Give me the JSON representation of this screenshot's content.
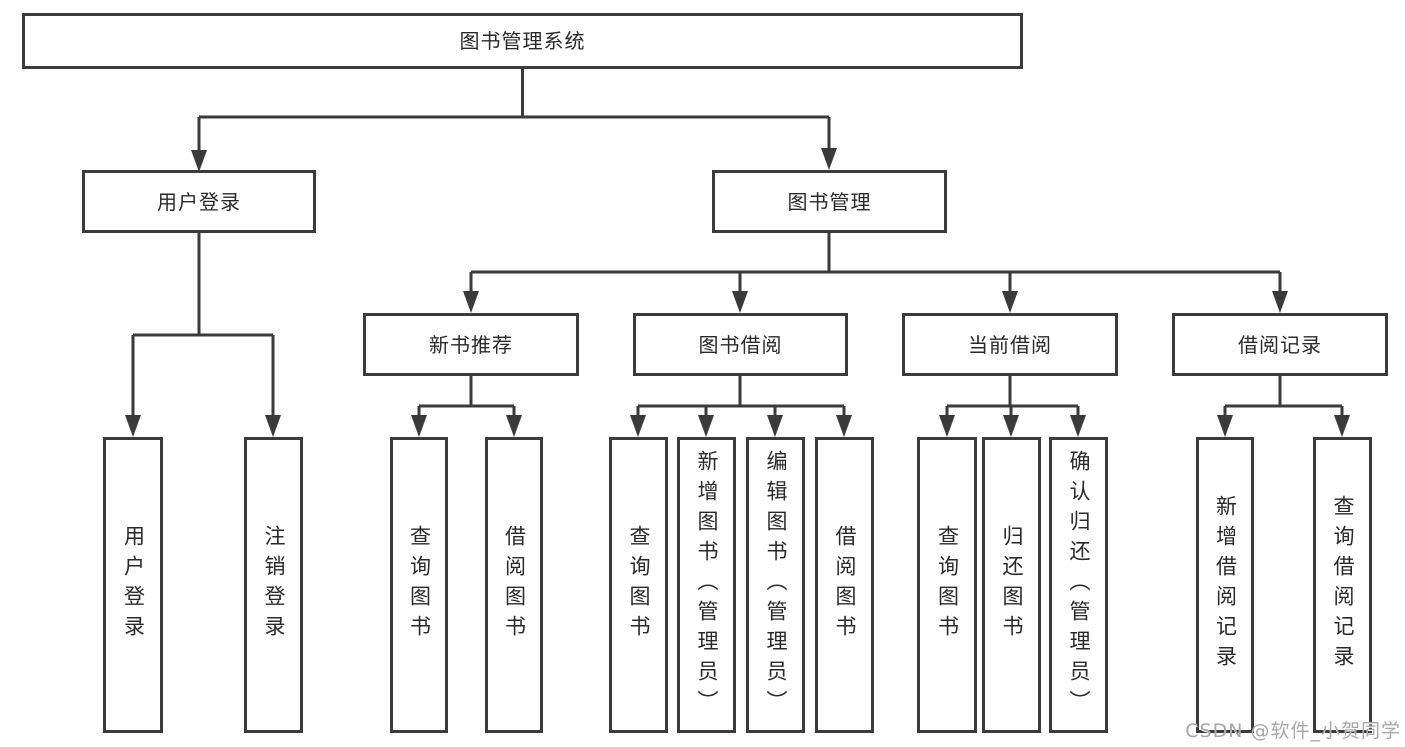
{
  "diagram": {
    "type": "hierarchy-tree",
    "watermark": "CSDN @软件_小贺同学",
    "colors": {
      "background": "#ffffff",
      "box_fill": "#ffffff",
      "box_border": "#3b3b3b",
      "connector": "#3a3a3a",
      "text": "#2a2a2a",
      "watermark_text": "#a7a7a7"
    }
  },
  "tree": {
    "root_label": "图书管理系统",
    "level2": [
      {
        "label": "用户登录",
        "leaves": [
          "用户登录",
          "注销登录"
        ]
      },
      {
        "label": "图书管理"
      }
    ],
    "level3": [
      {
        "label": "新书推荐",
        "leaves": [
          "查询图书",
          "借阅图书"
        ]
      },
      {
        "label": "图书借阅",
        "leaves": [
          "查询图书",
          "新增图书（管理员）",
          "编辑图书（管理员）",
          "借阅图书"
        ]
      },
      {
        "label": "当前借阅",
        "leaves": [
          "查询图书",
          "归还图书",
          "确认归还（管理员）"
        ]
      },
      {
        "label": "借阅记录",
        "leaves": [
          "新增借阅记录",
          "查询借阅记录"
        ]
      }
    ]
  }
}
